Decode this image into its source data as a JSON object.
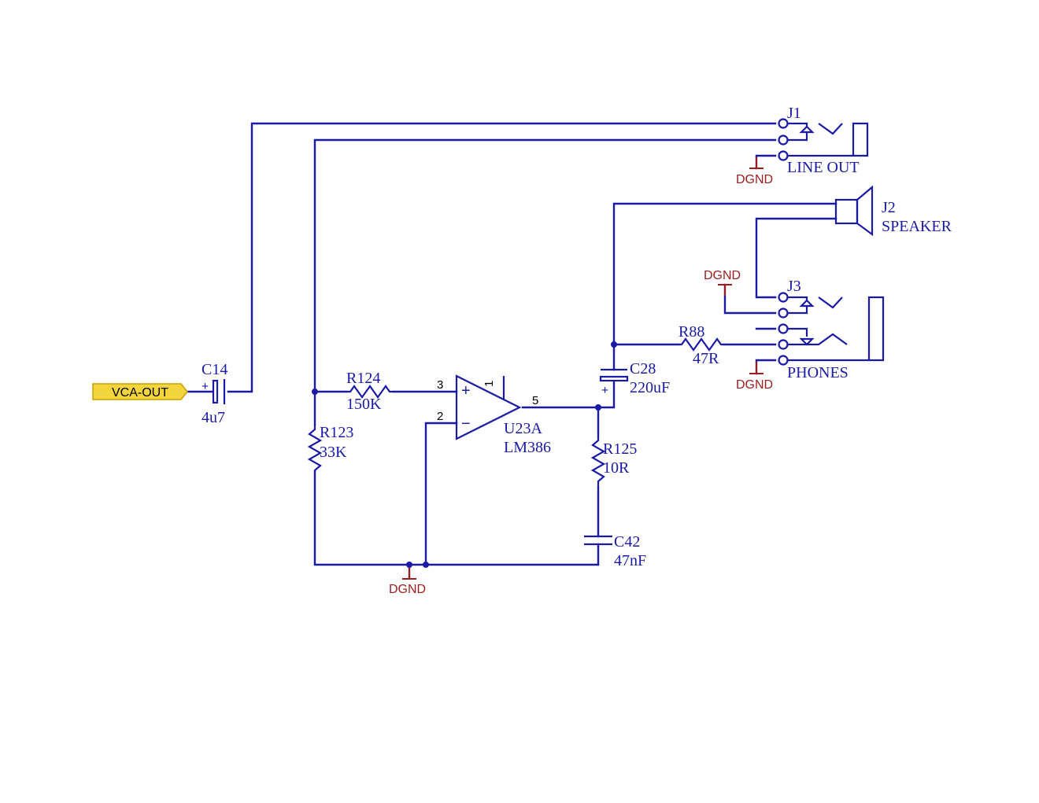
{
  "port": {
    "label": "VCA-OUT",
    "fill": "#f2d43c",
    "stroke": "#c8a000"
  },
  "colors": {
    "wire": "#1a1aa6",
    "ground": "#9b1c1c"
  },
  "components": {
    "c14": {
      "ref": "C14",
      "value": "4u7"
    },
    "r124": {
      "ref": "R124",
      "value": "150K"
    },
    "r123": {
      "ref": "R123",
      "value": "33K"
    },
    "u23a": {
      "ref": "U23A",
      "value": "LM386",
      "pins": {
        "in_plus": "3",
        "in_minus": "2",
        "out": "5",
        "top": "1"
      }
    },
    "c28": {
      "ref": "C28",
      "value": "220uF"
    },
    "r125": {
      "ref": "R125",
      "value": "10R"
    },
    "c42": {
      "ref": "C42",
      "value": "47nF"
    },
    "r88": {
      "ref": "R88",
      "value": "47R"
    },
    "j1": {
      "ref": "J1",
      "name": "LINE OUT"
    },
    "j2": {
      "ref": "J2",
      "name": "SPEAKER"
    },
    "j3": {
      "ref": "J3",
      "name": "PHONES"
    }
  },
  "ground_label": "DGND",
  "polarity_plus": "+",
  "polarity_minus": "−"
}
